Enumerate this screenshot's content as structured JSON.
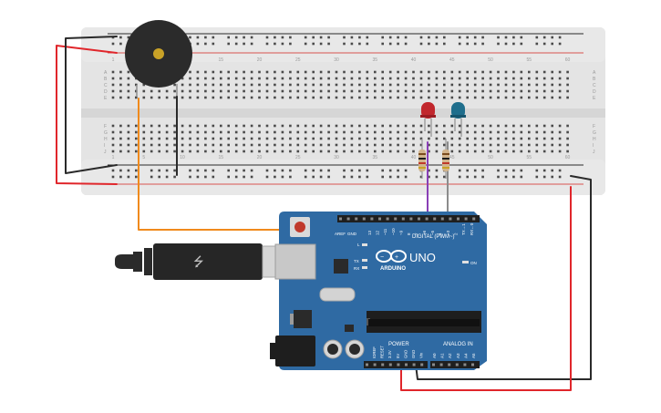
{
  "breadboard": {
    "column_labels": [
      "1",
      "5",
      "10",
      "15",
      "20",
      "25",
      "30",
      "35",
      "40",
      "45",
      "50",
      "55",
      "60"
    ],
    "row_labels_top": [
      "A",
      "B",
      "C",
      "D",
      "E"
    ],
    "row_labels_bottom": [
      "F",
      "G",
      "H",
      "I",
      "J"
    ]
  },
  "components": {
    "buzzer": "piezo-buzzer",
    "led_red": "red-led",
    "led_blue": "blue-led",
    "resistors": [
      "resistor",
      "resistor"
    ]
  },
  "arduino": {
    "model": "UNO",
    "brand": "ARDUINO",
    "digital_label": "DIGITAL (PWM~)",
    "power_label": "POWER",
    "analog_label": "ANALOG IN",
    "on_label": "ON",
    "tx_label": "TX",
    "rx_label": "RX",
    "l_label": "L",
    "aref_label": "AREF",
    "gnd_label": "GND",
    "digital_pins": [
      "13",
      "12",
      "~11",
      "~10",
      "~9",
      "8",
      "7",
      "~6",
      "~5",
      "4",
      "~3",
      "2",
      "TX→1",
      "RX←0"
    ],
    "power_pins": [
      "IOREF",
      "RESET",
      "3.3V",
      "5V",
      "GND",
      "GND",
      "Vin"
    ],
    "analog_pins": [
      "A0",
      "A1",
      "A2",
      "A3",
      "A4",
      "A5"
    ]
  },
  "colors": {
    "board": "#2f6aa3",
    "breadboard": "#e6e6e6",
    "wire_red": "#e0262b",
    "wire_black": "#2a2a2a",
    "wire_orange": "#f08a1c",
    "wire_purple": "#8a3fb6",
    "wire_gray": "#8c8c8c"
  }
}
